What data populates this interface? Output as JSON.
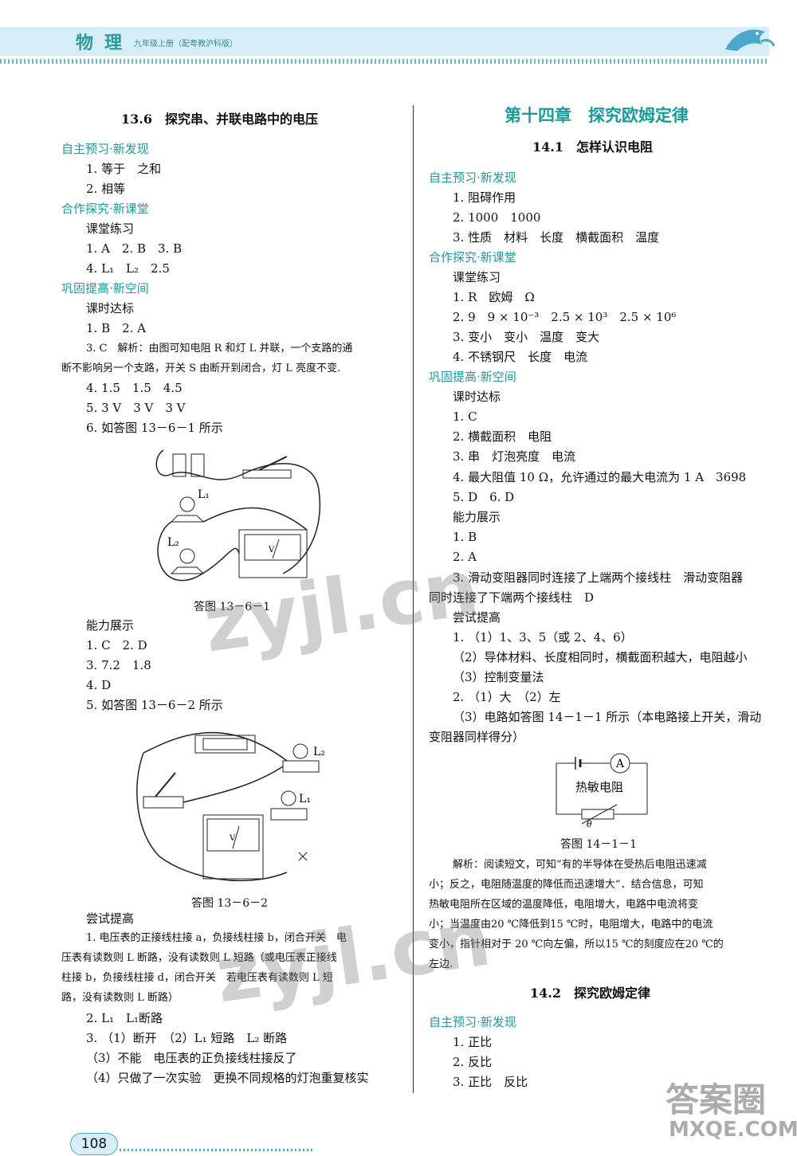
{
  "header": {
    "subject": "物理",
    "subtitle": "九年级上册（配粤教沪科版）"
  },
  "left": {
    "title": "13.6　探究串、并联电路中的电压",
    "s1": "自主预习·新发现",
    "s1_1": "1.  等于　之和",
    "s1_2": "2.  相等",
    "s2": "合作探究·新课堂",
    "s2_sub": "课堂练习",
    "s2_1": "1.  A　2. B　3. B",
    "s2_2": "4.  L₁　L₂　2.5",
    "s3": "巩固提高·新空间",
    "s3_sub": "课时达标",
    "s3_1": "1.  B　2. A",
    "s3_2a": "3.  C　解析：由图可知电阻 R 和灯 L 并联，一个支路的通",
    "s3_2b": "断不影响另一个支路，开关 S 由断开到闭合，灯 L 亮度不变.",
    "s3_3": "4.  1.5　1.5　4.5",
    "s3_4": "5.  3 V　3 V　3 V",
    "s3_5": "6.  如答图 13－6－1 所示",
    "fig1_caption": "答图 13－6－1",
    "s4_sub": "能力展示",
    "s4_1": "1.  C　2. D",
    "s4_2": "3.  7.2　1.8",
    "s4_3": "4.  D",
    "s4_4": "5.  如答图 13－6－2 所示",
    "fig2_caption": "答图 13－6－2",
    "s5_sub": "尝试提高",
    "s5_1a": "1.  电压表的正接线柱接 a，负接线柱接 b，闭合开关　电",
    "s5_1b": "压表有读数则 L 断路，没有读数则 L 短路（或电压表正接线",
    "s5_1c": "柱接 b，负接线柱接 d，闭合开关　若电压表有读数则 L 短",
    "s5_1d": "路，没有读数则 L 断路）",
    "s5_2": "2.  L₁　L₁断路",
    "s5_3": "3. （1）断开　（2）L₁ 短路　L₂ 断路",
    "s5_4": "（3）不能　电压表的正负接线柱接反了",
    "s5_5": "（4）只做了一次实验　更换不同规格的灯泡重复核实",
    "fig_labels": {
      "l1": "L₁",
      "l2": "L₂",
      "l1b": "L₁",
      "l2b": "L₂",
      "v": "V"
    }
  },
  "right": {
    "chapter": "第十四章　探究欧姆定律",
    "title1": "14.1　怎样认识电阻",
    "s1": "自主预习·新发现",
    "s1_1": "1.  阻碍作用",
    "s1_2": "2.  1000　1000",
    "s1_3": "3.  性质　材料　长度　横截面积　温度",
    "s2": "合作探究·新课堂",
    "s2_sub": "课堂练习",
    "s2_1": "1.  R　欧姆　Ω",
    "s2_2": "2.  9　9 × 10⁻³　2.5 × 10³　2.5 × 10⁶",
    "s2_3": "3.  变小　变小　温度　变大",
    "s2_4": "4.  不锈钢尺　长度　电流",
    "s3": "巩固提高·新空间",
    "s3_sub": "课时达标",
    "s3_1": "1.  C",
    "s3_2": "2.  横截面积　电阻",
    "s3_3": "3.  串　灯泡亮度　电流",
    "s3_4": "4.  最大阻值 10 Ω，允许通过的最大电流为 1 A　3698",
    "s3_5": "5.  D　6. D",
    "s4_sub": "能力展示",
    "s4_1": "1.  B",
    "s4_2": "2.  A",
    "s4_3a": "3.  滑动变阻器同时连接了上端两个接线柱　滑动变阻器",
    "s4_3b": "同时连接了下端两个接线柱　D",
    "s5_sub": "尝试提高",
    "s5_1": "1. （1）1、3、5（或 2、4、6）",
    "s5_2": "（2）导体材料、长度相同时，横截面积越大，电阻越小",
    "s5_3": "（3）控制变量法",
    "s5_4": "2. （1）大　（2）左",
    "s5_5a": "（3）电路如答图 14－1－1 所示（本电路接上开关，滑动",
    "s5_5b": "变阻器同样得分）",
    "fig_label": "热敏电阻",
    "fig_ammeter": "A",
    "fig_caption": "答图 14－1－1",
    "exp_a": "解析：阅读短文，可知“有的半导体在受热后电阻迅速减",
    "exp_b": "小；反之，电阻随温度的降低而迅速增大”．结合信息，可知",
    "exp_c": "热敏电阻所在区域的温度降低，电阻增大，电路中电流将变",
    "exp_d": "小；当温度由20 ℃降低到15 ℃时，电阻增大，电路中的电流",
    "exp_e": "变小，指针相对于 20 ℃向左偏，所以15 ℃的刻度应在20 ℃的",
    "exp_f": "左边.",
    "title2": "14.2　探究欧姆定律",
    "t_s1": "自主预习·新发现",
    "t_1": "1.  正比",
    "t_2": "2.  反比",
    "t_3": "3.  正比　反比"
  },
  "footer": {
    "page": "108"
  },
  "watermarks": {
    "w1": "zyjl.cn",
    "w2": "zyjl.cn",
    "logo_top": "答案圈",
    "logo_bottom": "MXQE.COM"
  }
}
